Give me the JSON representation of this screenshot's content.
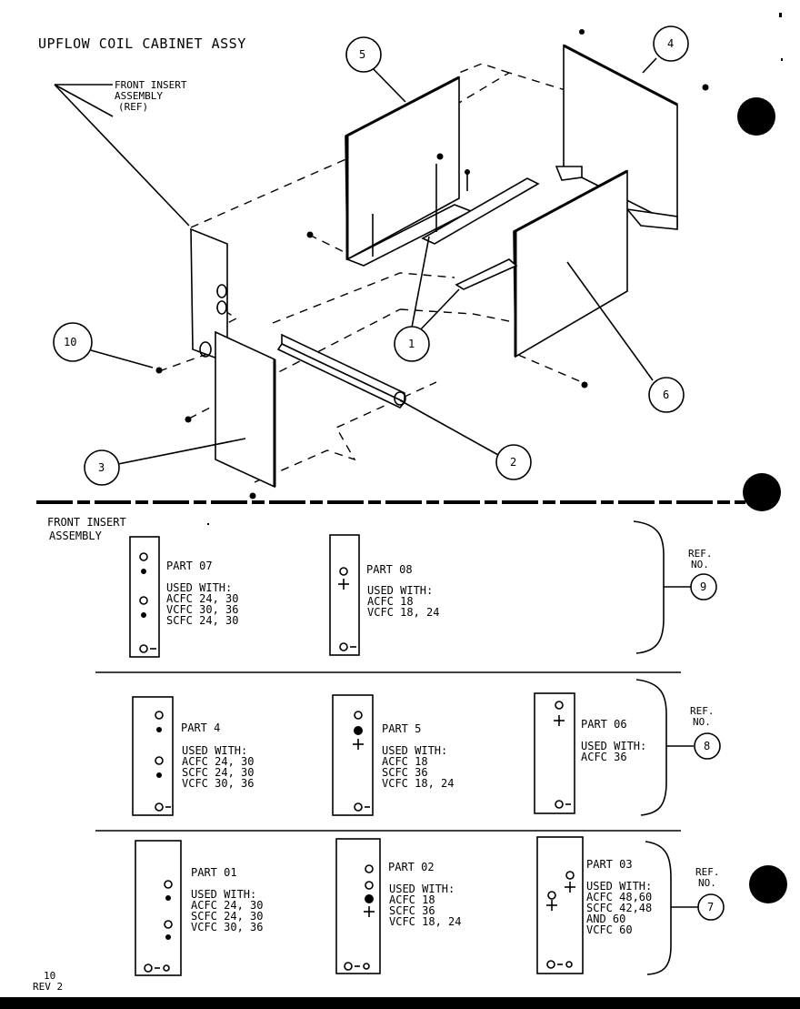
{
  "header": {
    "title": "UPFLOW COIL CABINET ASSY",
    "front_insert_ref": [
      "FRONT INSERT",
      "ASSEMBLY",
      "(REF)"
    ]
  },
  "callouts": [
    "1",
    "2",
    "3",
    "4",
    "5",
    "6",
    "10"
  ],
  "section": {
    "title": [
      "FRONT INSERT",
      "ASSEMBLY"
    ]
  },
  "rows": [
    {
      "ref_label": [
        "REF.",
        "NO."
      ],
      "ref_no": "9",
      "parts": [
        {
          "name": "PART 07",
          "used_with": [
            "USED WITH:",
            "ACFC 24, 30",
            "VCFC 30, 36",
            "SCFC 24, 30"
          ]
        },
        {
          "name": "PART 08",
          "used_with": [
            "USED WITH:",
            "ACFC 18",
            "VCFC 18, 24"
          ]
        }
      ]
    },
    {
      "ref_label": [
        "REF.",
        "NO."
      ],
      "ref_no": "8",
      "parts": [
        {
          "name": "PART 4",
          "used_with": [
            "USED WITH:",
            "ACFC 24, 30",
            "SCFC 24, 30",
            "VCFC 30, 36"
          ]
        },
        {
          "name": "PART 5",
          "used_with": [
            "USED WITH:",
            "ACFC 18",
            "SCFC 36",
            "VCFC 18, 24"
          ]
        },
        {
          "name": "PART 06",
          "used_with": [
            "USED WITH:",
            "ACFC 36"
          ]
        }
      ]
    },
    {
      "ref_label": [
        "REF.",
        "NO."
      ],
      "ref_no": "7",
      "parts": [
        {
          "name": "PART 01",
          "used_with": [
            "USED WITH:",
            "ACFC 24, 30",
            "SCFC 24, 30",
            "VCFC 30, 36"
          ]
        },
        {
          "name": "PART 02",
          "used_with": [
            "USED WITH:",
            "ACFC 18",
            "SCFC 36",
            "VCFC 18, 24"
          ]
        },
        {
          "name": "PART 03",
          "used_with": [
            "USED WITH:",
            "ACFC 48,60",
            "SCFC 42,48",
            "AND 60",
            "VCFC 60"
          ]
        }
      ]
    }
  ],
  "footer": {
    "page": "10",
    "rev": "REV 2"
  }
}
